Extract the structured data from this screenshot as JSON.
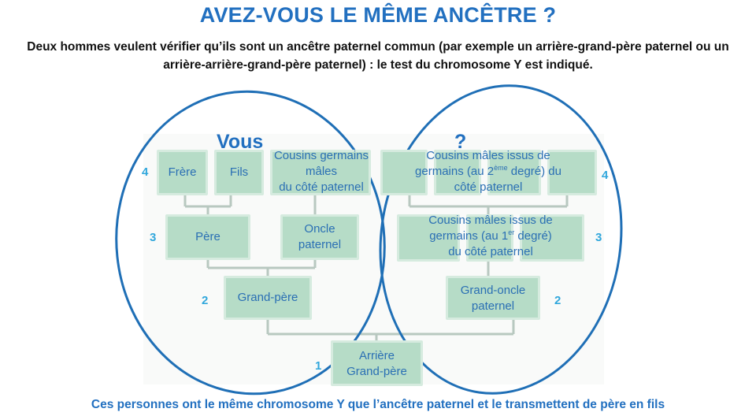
{
  "title": "AVEZ-VOUS LE MÊME ANCÊTRE ?",
  "subtitle_line1": "Deux hommes veulent vérifier qu’ils sont un ancêtre paternel commun (par exemple un arrière-grand-père paternel ou un",
  "subtitle_line2": "arrière-arrière-grand-père paternel) : le test du chromosome Y est indiqué.",
  "footer": "Ces personnes ont le même chromosome Y que l’ancêtre paternel et le transmettent de père en fils",
  "vous_label": "Vous",
  "question_label": "?",
  "generations": {
    "left": [
      "4",
      "3",
      "2"
    ],
    "root": "1",
    "right": [
      "4",
      "3",
      "2"
    ]
  },
  "left": {
    "frere": "Frère",
    "fils": "Fils",
    "cousins_line1": "Cousins germains",
    "cousins_line2": "mâles",
    "cousins_line3": "du côté paternel",
    "pere": "Père",
    "oncle_line1": "Oncle",
    "oncle_line2": "paternel",
    "grand_pere": "Grand-père"
  },
  "root": {
    "line1": "Arrière",
    "line2": "Grand-père"
  },
  "right": {
    "cousins2_line1": "Cousins mâles  issus de",
    "cousins2_line2a": "germains (au 2",
    "cousins2_sup": "ème",
    "cousins2_line2b": " degré) du",
    "cousins2_line3": "côté paternel",
    "cousins1_line1": "Cousins mâles  issus de",
    "cousins1_line2a": "germains (au 1",
    "cousins1_sup": "er",
    "cousins1_line2b": " degré)",
    "cousins1_line3": "du côté paternel",
    "grand_oncle_line1": "Grand-oncle",
    "grand_oncle_line2": "paternel"
  },
  "colors": {
    "title": "#2270c0",
    "box_fill": "#b6dcc7",
    "ellipse": "#1f6fb6",
    "generation_number": "#31a7dc",
    "connector": "#b8c8c0"
  }
}
